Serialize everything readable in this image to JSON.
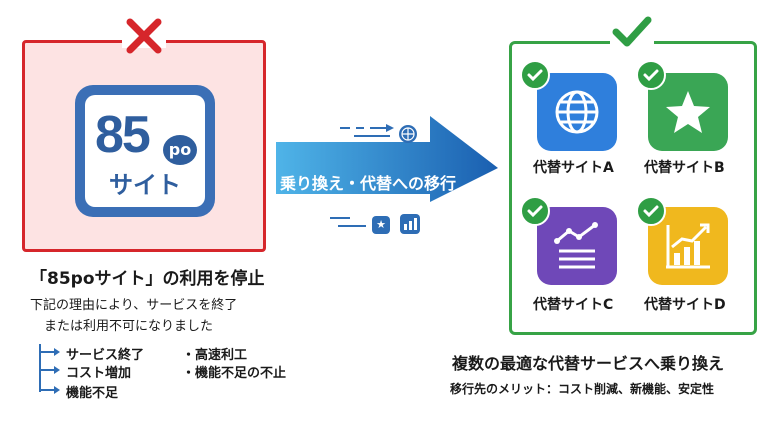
{
  "left": {
    "logo_number": "85",
    "logo_badge": "po",
    "logo_text": "サイト",
    "title": "「85poサイト」の利用を停止",
    "desc_line1": "下記の理由により、サービスを終了",
    "desc_line2": "または利用不可になりました",
    "reasons": [
      "サービス終了",
      "コスト増加",
      "機能不足"
    ],
    "bullets": [
      "・高速利工",
      "・機能不足の不止"
    ]
  },
  "arrow": {
    "label": "乗り換え・代替への移行"
  },
  "right": {
    "apps": [
      {
        "label": "代替サイトA",
        "icon": "globe-icon",
        "color": "#2f7fdc"
      },
      {
        "label": "代替サイトB",
        "icon": "star-icon",
        "color": "#3aa655"
      },
      {
        "label": "代替サイトC",
        "icon": "chart-list-icon",
        "color": "#6f48b8"
      },
      {
        "label": "代替サイトD",
        "icon": "bar-chart-icon",
        "color": "#f0b81e"
      }
    ],
    "title": "複数の最適な代替サービスへ乗り換え",
    "subtitle": "移行先のメリット：コスト削減、新機能、安定性"
  },
  "colors": {
    "red": "#d6262b",
    "green": "#37a346",
    "blue": "#2e6db5"
  }
}
